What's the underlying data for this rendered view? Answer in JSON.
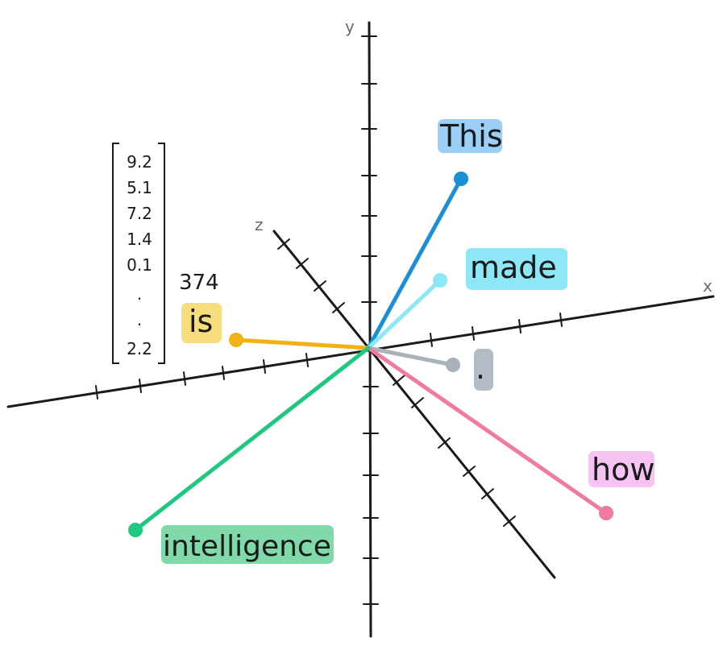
{
  "axes": {
    "x_label": "x",
    "y_label": "y",
    "z_label": "z"
  },
  "embedding": {
    "values": [
      "9.2",
      "5.1",
      "7.2",
      "1.4",
      "0.1",
      ".",
      ".",
      "2.2"
    ],
    "dimension": "374"
  },
  "tokens": [
    {
      "key": "this",
      "text": "This",
      "color": "#1a8fd8",
      "bg": "#9ccff5"
    },
    {
      "key": "made",
      "text": "made",
      "color": "#8ee7f7",
      "bg": "#8ee7f7"
    },
    {
      "key": "is",
      "text": "is",
      "color": "#f2b214",
      "bg": "#f7dd7c"
    },
    {
      "key": "period",
      "text": ".",
      "color": "#a9b1ba",
      "bg": "#b4bcc5"
    },
    {
      "key": "how",
      "text": "how",
      "color": "#f07aa0",
      "bg": "#f6c3f3"
    },
    {
      "key": "intelligence",
      "text": "intelligence",
      "color": "#1fc87f",
      "bg": "#7fd9a8"
    }
  ]
}
